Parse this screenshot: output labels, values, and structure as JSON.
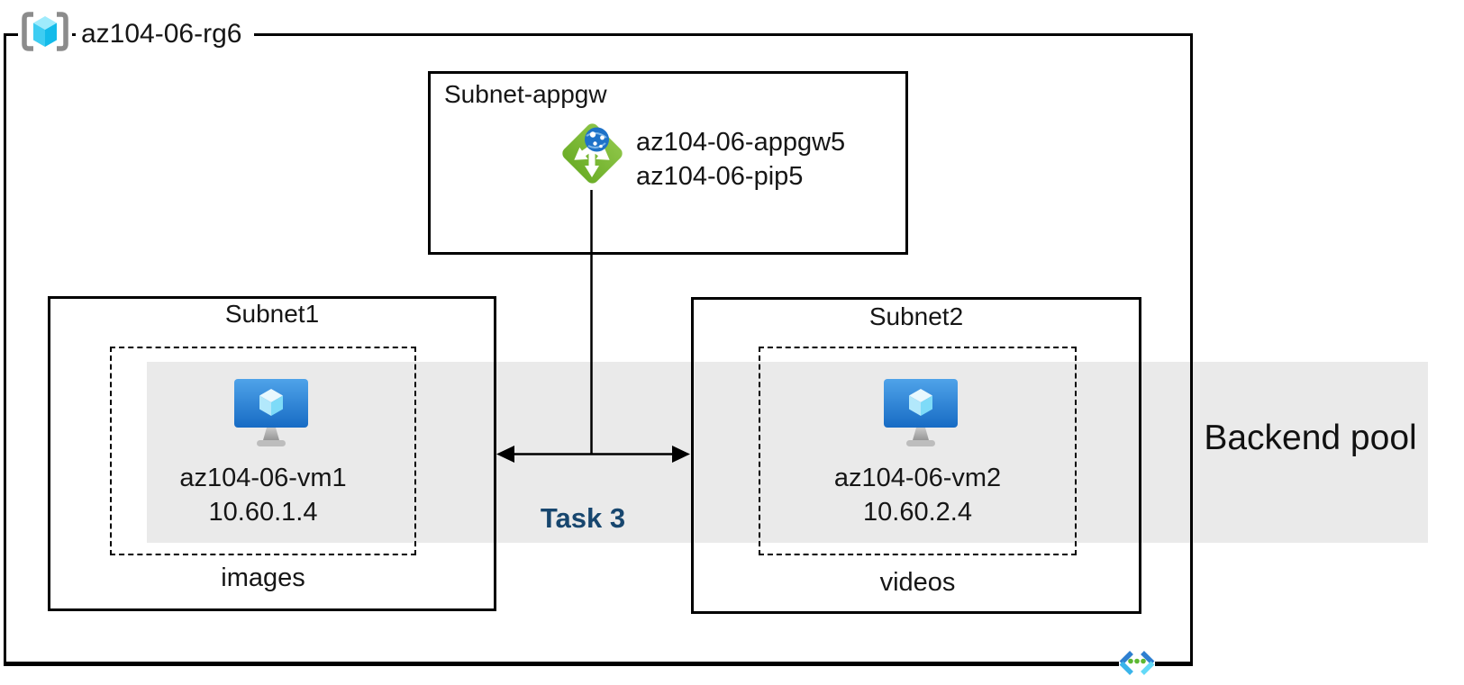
{
  "diagram": {
    "resource_group": "az104-06-rg6",
    "task_label": "Task 3",
    "backend_pool_label": "Backend pool"
  },
  "appgw_subnet": {
    "title": "Subnet-appgw",
    "gateway_name": "az104-06-appgw5",
    "public_ip_name": "az104-06-pip5"
  },
  "subnet1": {
    "title": "Subnet1",
    "vm_name": "az104-06-vm1",
    "vm_ip": "10.60.1.4",
    "storage_label": "images"
  },
  "subnet2": {
    "title": "Subnet2",
    "vm_name": "az104-06-vm2",
    "vm_ip": "10.60.2.4",
    "storage_label": "videos"
  },
  "icons": {
    "resource-group-icon": "gray-brackets-with-cyan-cube",
    "application-gateway-icon": "green-diamond-white-arrows-blue-globe",
    "virtual-machine-icon": "blue-monitor-with-cyan-cube",
    "virtual-network-icon": "blue-chevrons-with-green-dots"
  },
  "colors": {
    "line_black": "#000000",
    "backend_band_gray": "#eaeaea",
    "task_label_navy": "#17466e",
    "appgw_green": "#7cb93e",
    "globe_blue": "#1e72c8",
    "vm_screen_blue": "#1b6ec6",
    "cube_cyan": "#35c9f0",
    "vnet_chevron_blue": "#2e7fd0",
    "vnet_chevron_cyan": "#59d0f5",
    "vnet_dot_green": "#5cb832",
    "bracket_gray": "#8c8c8c"
  }
}
